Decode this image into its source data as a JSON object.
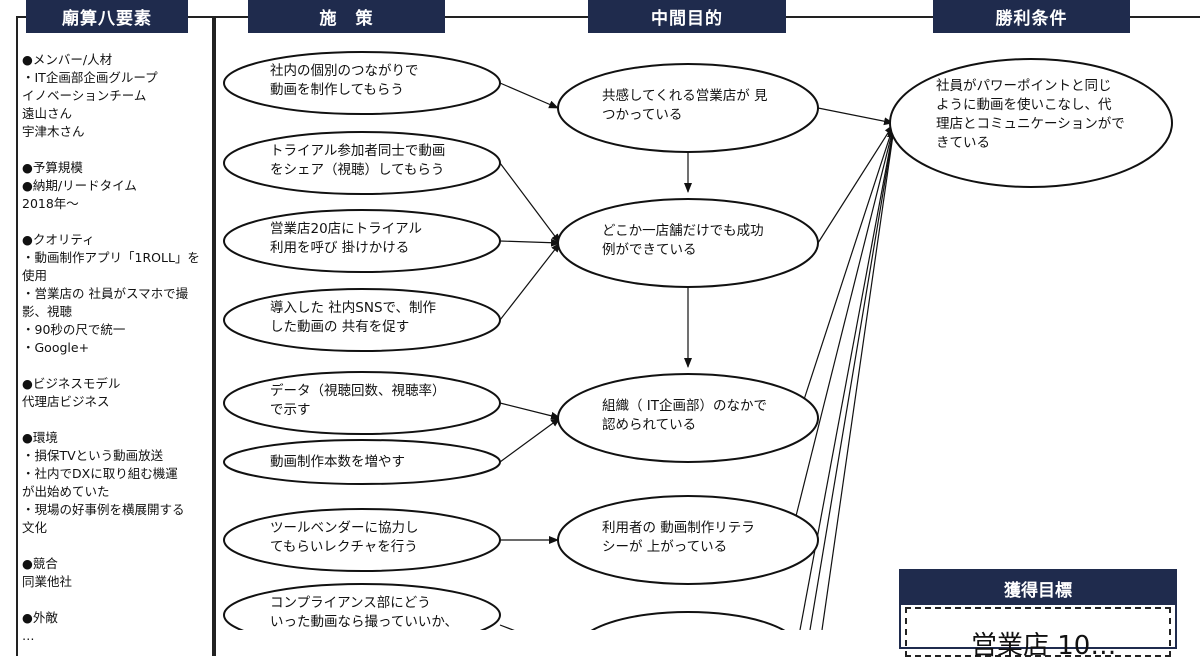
{
  "headers": {
    "elements": "廟算八要素",
    "measures": "施　策",
    "intermediate": "中間目的",
    "victory": "勝利条件"
  },
  "left_sections": [
    {
      "lines": [
        "●メンバー/人材",
        "・IT企画部企画グループ",
        "イノベーションチーム",
        "遠山さん",
        "宇津木さん"
      ]
    },
    {
      "lines": [
        "●予算規模",
        "●納期/リードタイム",
        "2018年〜"
      ]
    },
    {
      "lines": [
        "●クオリティ",
        "・動画制作アプリ「1ROLL」を",
        "使用",
        "・営業店の 社員がスマホで撮",
        "影、視聴",
        "・90秒の尺で統一",
        "・Google+"
      ]
    },
    {
      "lines": [
        "●ビジネスモデル",
        "代理店ビジネス"
      ]
    },
    {
      "lines": [
        "●環境",
        "・損保TVという動画放送",
        "・社内でDXに取り組む機運",
        "が出始めていた",
        "・現場の好事例を横展開する",
        "文化"
      ]
    },
    {
      "lines": [
        "●競合",
        "同業他社"
      ]
    },
    {
      "lines": [
        "●外敵",
        "…"
      ]
    }
  ],
  "measures": [
    "社内の個別のつながりで\n動画を制作してもらう",
    "トライアル参加者同士で動画\nをシェア（視聴）してもらう",
    "営業店20店にトライアル\n利用を呼び 掛けかける",
    "導入した 社内SNSで、制作\nした動画の 共有を促す",
    "データ（視聴回数、視聴率）\nで示す",
    "動画制作本数を増やす",
    "ツールベンダーに協力し\nてもらいレクチャを行う",
    "コンプライアンス部にどう\nいった動画なら撮っていいか、"
  ],
  "intermediate": [
    "共感してくれる営業店が 見\nつかっている",
    "どこか一店舗だけでも成功\n例ができている",
    "組織（ IT企画部）のなかで\n認められている",
    "利用者の 動画制作リテラ\nシーが 上がっている",
    ""
  ],
  "victory": "社員がパワーポイントと同じ\nように動画を使いこなし、代\n理店とコミュニケーションがで\nきている",
  "goal": {
    "title": "獲得目標",
    "value": "営業店 10…"
  }
}
